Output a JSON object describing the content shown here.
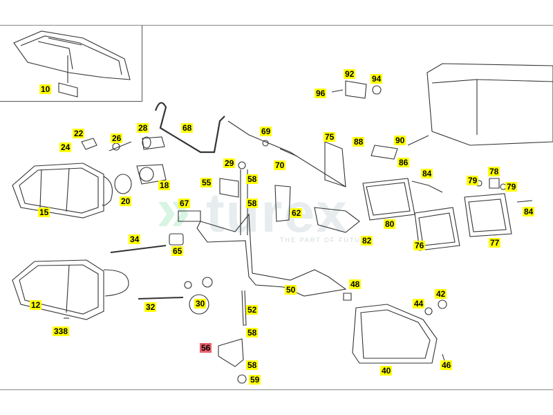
{
  "watermark": {
    "text": "turex",
    "tagline": "THE PART OF FUTURE"
  },
  "colors": {
    "callout": "#ffff00",
    "highlight": "#e8606a",
    "line": "#333333"
  },
  "callouts": [
    {
      "id": "10",
      "label": "10"
    },
    {
      "id": "92",
      "label": "92"
    },
    {
      "id": "94",
      "label": "94"
    },
    {
      "id": "96",
      "label": "96"
    },
    {
      "id": "22",
      "label": "22"
    },
    {
      "id": "24",
      "label": "24"
    },
    {
      "id": "26",
      "label": "26"
    },
    {
      "id": "28",
      "label": "28"
    },
    {
      "id": "68",
      "label": "68"
    },
    {
      "id": "69",
      "label": "69"
    },
    {
      "id": "75",
      "label": "75"
    },
    {
      "id": "88",
      "label": "88"
    },
    {
      "id": "90",
      "label": "90"
    },
    {
      "id": "86",
      "label": "86"
    },
    {
      "id": "70",
      "label": "70"
    },
    {
      "id": "29",
      "label": "29"
    },
    {
      "id": "84a",
      "label": "84"
    },
    {
      "id": "78",
      "label": "78"
    },
    {
      "id": "79a",
      "label": "79"
    },
    {
      "id": "79b",
      "label": "79"
    },
    {
      "id": "55",
      "label": "55"
    },
    {
      "id": "58a",
      "label": "58"
    },
    {
      "id": "18",
      "label": "18"
    },
    {
      "id": "20",
      "label": "20"
    },
    {
      "id": "15",
      "label": "15"
    },
    {
      "id": "67",
      "label": "67"
    },
    {
      "id": "58b",
      "label": "58"
    },
    {
      "id": "62",
      "label": "62"
    },
    {
      "id": "80",
      "label": "80"
    },
    {
      "id": "84b",
      "label": "84"
    },
    {
      "id": "76",
      "label": "76"
    },
    {
      "id": "77",
      "label": "77"
    },
    {
      "id": "82",
      "label": "82"
    },
    {
      "id": "34",
      "label": "34"
    },
    {
      "id": "65",
      "label": "65"
    },
    {
      "id": "50",
      "label": "50"
    },
    {
      "id": "48",
      "label": "48"
    },
    {
      "id": "12",
      "label": "12"
    },
    {
      "id": "32",
      "label": "32"
    },
    {
      "id": "30",
      "label": "30"
    },
    {
      "id": "52",
      "label": "52"
    },
    {
      "id": "42",
      "label": "42"
    },
    {
      "id": "44",
      "label": "44"
    },
    {
      "id": "338",
      "label": "338"
    },
    {
      "id": "58c",
      "label": "58"
    },
    {
      "id": "56",
      "label": "56",
      "highlight": true
    },
    {
      "id": "58d",
      "label": "58"
    },
    {
      "id": "40",
      "label": "40"
    },
    {
      "id": "46",
      "label": "46"
    },
    {
      "id": "59",
      "label": "59"
    }
  ]
}
